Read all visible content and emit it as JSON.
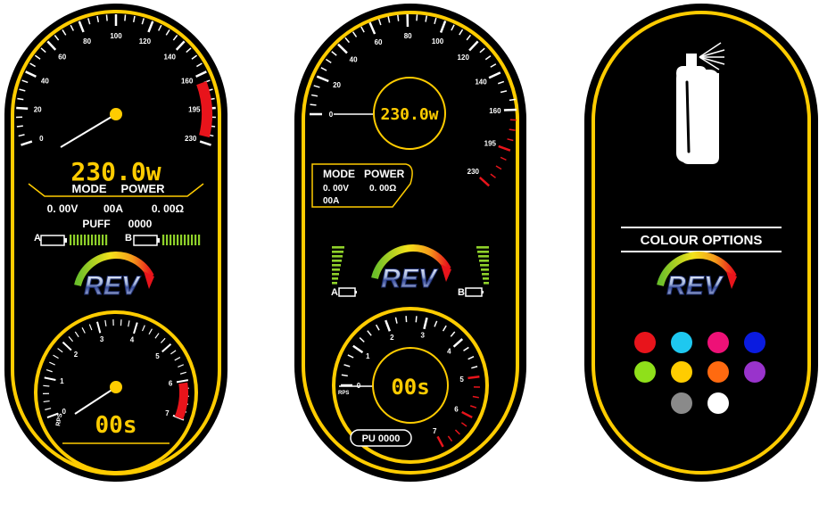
{
  "colors": {
    "yellow": "#FFCC00",
    "red": "#E8141B",
    "green": "#8FD12A",
    "white": "#FFFFFF",
    "black": "#000000"
  },
  "panel1": {
    "speedo_ticks": [
      "0",
      "20",
      "40",
      "60",
      "80",
      "100",
      "120",
      "140",
      "160",
      "195",
      "230"
    ],
    "power": "230.0w",
    "mode_label": "MODE",
    "mode_value": "POWER",
    "voltage": "0. 00V",
    "current": "00A",
    "resistance": "0. 00Ω",
    "puff_label": "PUFF",
    "puff_value": "0000",
    "battery_a": "A",
    "battery_b": "B",
    "logo_text": "REV",
    "rps_ticks": [
      "0",
      "1",
      "2",
      "3",
      "4",
      "5",
      "6",
      "7"
    ],
    "rps_unit": "RPS",
    "timer": "00s"
  },
  "panel2": {
    "speedo_ticks": [
      "0",
      "20",
      "40",
      "60",
      "80",
      "100",
      "120",
      "140",
      "160",
      "195",
      "230"
    ],
    "power": "230.0w",
    "mode_label": "MODE",
    "mode_value": "POWER",
    "voltage": "0. 00V",
    "resistance": "0. 00Ω",
    "current": "00A",
    "battery_a": "A",
    "battery_b": "B",
    "logo_text": "REV",
    "rps_ticks": [
      "0",
      "1",
      "2",
      "3",
      "4",
      "5",
      "6",
      "7"
    ],
    "rps_unit": "RPS",
    "timer": "00s",
    "puff_box": "PU 0000"
  },
  "panel3": {
    "icon": "spray-can-icon",
    "title": "COLOUR OPTIONS",
    "logo_text": "REV",
    "swatches": [
      "#E8141B",
      "#1EC8F0",
      "#EE1177",
      "#0A1BE0",
      "#8FE01A",
      "#FFCC00",
      "#FF6A10",
      "#9933CC",
      "#8A8A8A",
      "#FFFFFF"
    ]
  }
}
